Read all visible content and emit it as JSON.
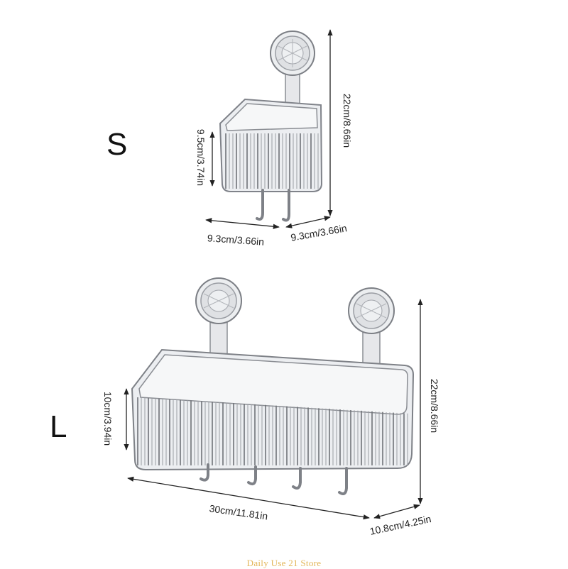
{
  "colors": {
    "plastic_fill": "#e9eaec",
    "plastic_stroke": "#8a8d93",
    "rib": "#9a9da3",
    "rib_dark": "#6f7278",
    "dimension_line": "#222222",
    "watermark": "#e3b75a"
  },
  "small": {
    "size_label": "S",
    "height_label": "22cm/8.66in",
    "basket_height_label": "9.5cm/3.74in",
    "width_label": "9.3cm/3.66in",
    "depth_label": "9.3cm/3.66in"
  },
  "large": {
    "size_label": "L",
    "height_label": "22cm/8.66in",
    "basket_height_label": "10cm/3.94in",
    "width_label": "30cm/11.81in",
    "depth_label": "10.8cm/4.25in"
  },
  "watermark": "Daily Use 21 Store"
}
